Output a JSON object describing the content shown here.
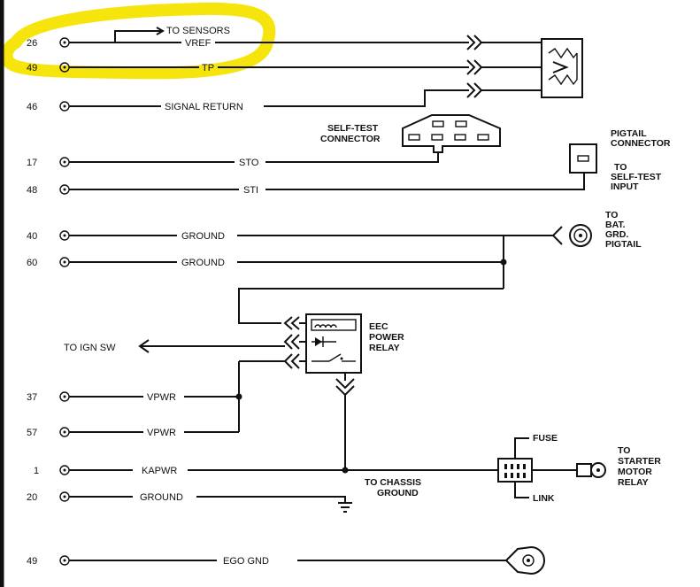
{
  "pins": {
    "p26": "26",
    "p49a": "49",
    "p46": "46",
    "p17": "17",
    "p48": "48",
    "p40": "40",
    "p60": "60",
    "p37": "37",
    "p57": "57",
    "p1": "1",
    "p20": "20",
    "p49b": "49"
  },
  "wires": {
    "vref": "VREF",
    "tp": "TP",
    "signal_return": "SIGNAL RETURN",
    "sto": "STO",
    "sti": "STI",
    "ground_40": "GROUND",
    "ground_60": "GROUND",
    "vpwr_37": "VPWR",
    "vpwr_57": "VPWR",
    "kapwr": "KAPWR",
    "ground_20": "GROUND",
    "ego_gnd": "EGO GND"
  },
  "labels": {
    "to_sensors": "TO SENSORS",
    "self_test_connector": [
      "SELF-TEST",
      "CONNECTOR"
    ],
    "pigtail_connector": [
      "PIGTAIL",
      "CONNECTOR"
    ],
    "to_self_test_input": [
      "TO",
      "SELF-TEST",
      "INPUT"
    ],
    "to_bat_grd_pigtail": [
      "TO",
      "BAT.",
      "GRD.",
      "PIGTAIL"
    ],
    "eec_power_relay": [
      "EEC",
      "POWER",
      "RELAY"
    ],
    "to_ign_sw": "TO IGN  SW",
    "to_chassis_ground": [
      "TO CHASSIS",
      "GROUND"
    ],
    "fuse": "FUSE",
    "link": "LINK",
    "to_starter_motor_relay": [
      "TO",
      "STARTER",
      "MOTOR",
      "RELAY"
    ]
  },
  "highlight_color": "#f5e400"
}
